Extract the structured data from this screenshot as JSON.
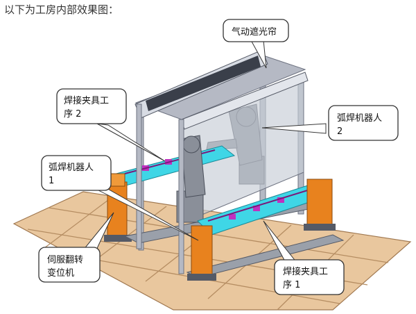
{
  "heading": "以下为工房内部效果图：",
  "callouts": {
    "curtain": {
      "lines": [
        "气动遮光帘"
      ]
    },
    "fixture2": {
      "lines": [
        "焊接夹具工",
        "序 2"
      ]
    },
    "robot2": {
      "lines": [
        "弧焊机器人",
        "2"
      ]
    },
    "robot1": {
      "lines": [
        "弧焊机器人",
        "1"
      ]
    },
    "positioner": {
      "lines": [
        "伺服翻转",
        "变位机"
      ]
    },
    "fixture1": {
      "lines": [
        "焊接夹具工",
        "序 1"
      ]
    }
  },
  "colors": {
    "floor_tile": "#e9c79e",
    "floor_grout": "#a07850",
    "steel": "#b5b9c4",
    "steel_dark": "#6d7280",
    "cyan_table": "#3fd6e6",
    "orange_positioner": "#e8821e",
    "robot_gray": "#8a8f99",
    "curtain_glass": "#c6ccd6",
    "clamp_magenta": "#c030c0"
  }
}
